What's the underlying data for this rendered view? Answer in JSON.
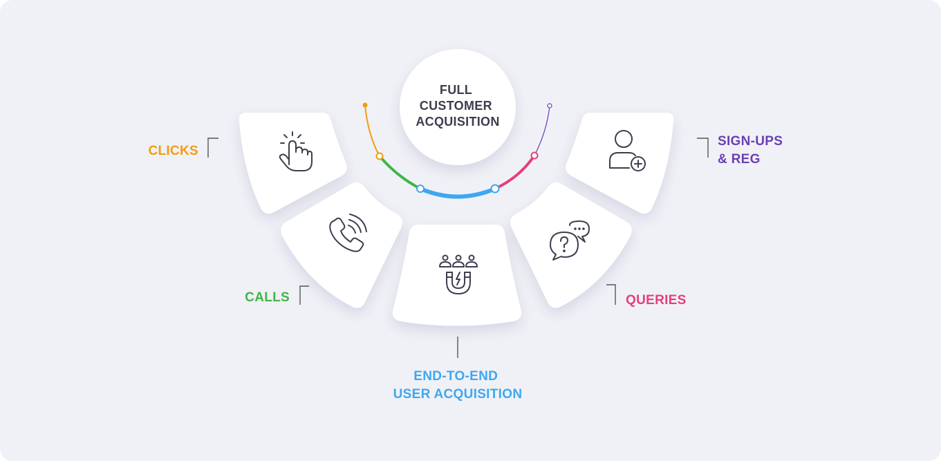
{
  "center": {
    "lines": [
      "FULL",
      "CUSTOMER",
      "ACQUISITION"
    ],
    "color": "#3d3d4e"
  },
  "segments": [
    {
      "id": "clicks",
      "lines": [
        "CLICKS"
      ],
      "color": "#f39c12",
      "icon": "pointer-click-icon"
    },
    {
      "id": "calls",
      "lines": [
        "CALLS"
      ],
      "color": "#3fb548",
      "icon": "phone-ringing-icon"
    },
    {
      "id": "end-to-end",
      "lines": [
        "END-TO-END",
        "USER ACQUISITION"
      ],
      "color": "#3ea7f0",
      "icon": "magnet-users-icon"
    },
    {
      "id": "queries",
      "lines": [
        "QUERIES"
      ],
      "color": "#e63e7b",
      "icon": "question-chat-icon"
    },
    {
      "id": "signups",
      "lines": [
        "SIGN-UPS",
        "& REG"
      ],
      "color": "#6a3fb5",
      "icon": "add-user-icon"
    }
  ],
  "colors": {
    "background": "#f0f1f6",
    "card": "#ffffff",
    "icon_stroke": "#3d3d4e",
    "connector": "#555555"
  }
}
